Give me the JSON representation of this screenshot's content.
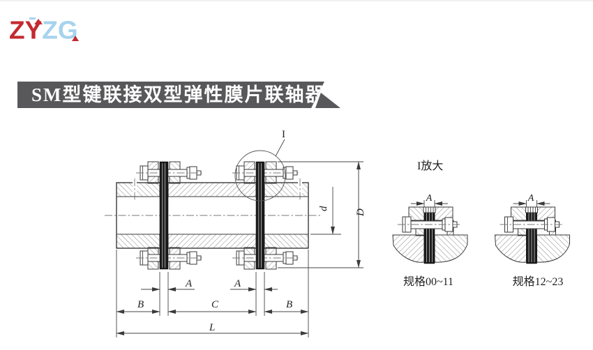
{
  "logo": {
    "zy": "ZY",
    "zg": "ZG",
    "red": "#c32a2f",
    "blue": "#a6d3ee"
  },
  "banner": {
    "title": "SM型键联接双型弹性膜片联轴器",
    "bg": "#58585a",
    "text_color": "#fdfdfd"
  },
  "drawing": {
    "stroke": "#3a3a3a",
    "detail_marker": "I",
    "detail_view_title": "I放大",
    "dims": {
      "A": "A",
      "B": "B",
      "C": "C",
      "L": "L",
      "d": "d",
      "D": "D"
    },
    "details": [
      {
        "caption": "规格00~11"
      },
      {
        "caption": "规格12~23"
      }
    ]
  }
}
